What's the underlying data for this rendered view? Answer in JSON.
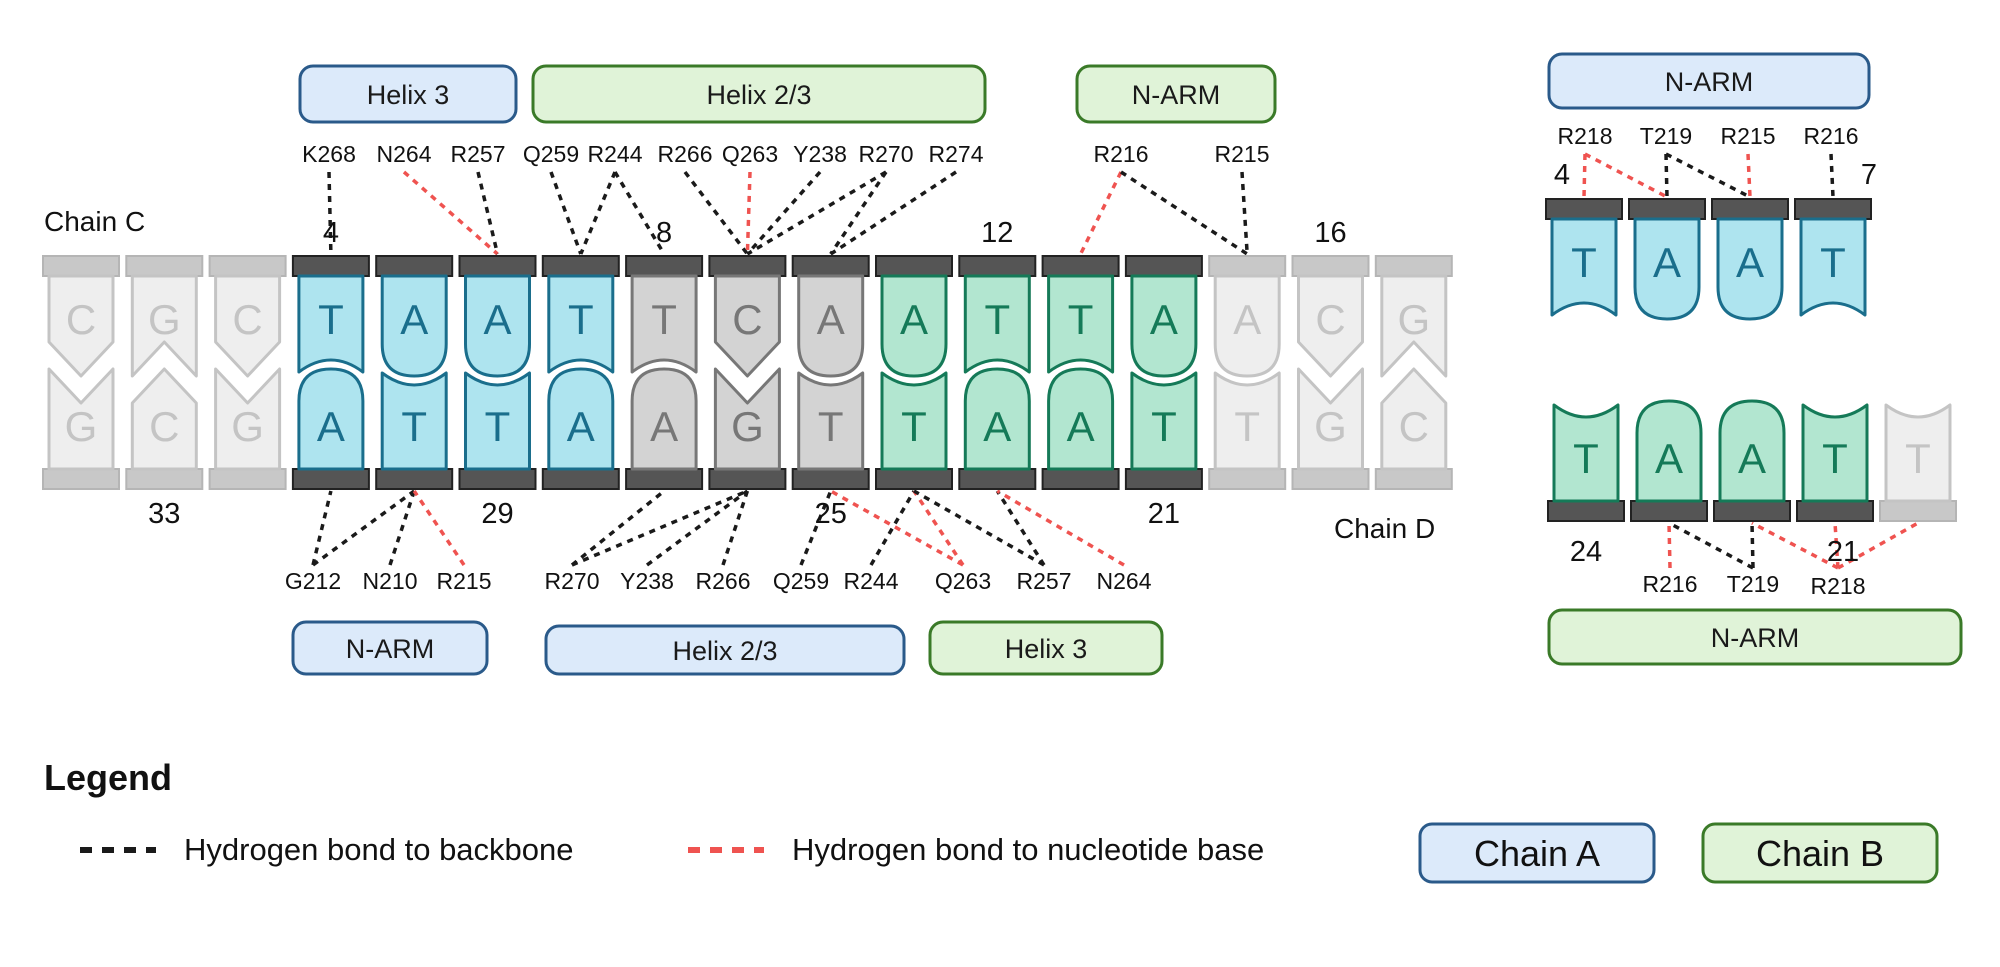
{
  "colors": {
    "chain_a_fill": "#dceafa",
    "chain_a_stroke": "#2a5a8a",
    "chain_b_fill": "#e0f3d8",
    "chain_b_stroke": "#3a7a28",
    "blue_base_fill": "#aee4ef",
    "blue_base_stroke": "#1a6e8c",
    "green_base_fill": "#b2e6d0",
    "green_base_stroke": "#157a58",
    "gray_base_fill": "#d3d3d3",
    "gray_base_stroke": "#777777",
    "faded_base_fill": "#eeeeee",
    "faded_base_stroke": "#c4c4c4",
    "backbone_dark": "#555555",
    "backbone_light": "#c8c8c8",
    "hbond_backbone": "#1a1a1a",
    "hbond_base": "#ef5350"
  },
  "main": {
    "chain_c_label": "Chain C",
    "chain_d_label": "Chain D",
    "top_strand": [
      {
        "letter": "C",
        "shape": "C",
        "style": "faded"
      },
      {
        "letter": "G",
        "shape": "G",
        "style": "faded"
      },
      {
        "letter": "C",
        "shape": "C",
        "style": "faded"
      },
      {
        "letter": "T",
        "shape": "T",
        "style": "blue"
      },
      {
        "letter": "A",
        "shape": "A",
        "style": "blue"
      },
      {
        "letter": "A",
        "shape": "A",
        "style": "blue"
      },
      {
        "letter": "T",
        "shape": "T",
        "style": "blue"
      },
      {
        "letter": "T",
        "shape": "T",
        "style": "gray"
      },
      {
        "letter": "C",
        "shape": "C",
        "style": "gray"
      },
      {
        "letter": "A",
        "shape": "A",
        "style": "gray"
      },
      {
        "letter": "A",
        "shape": "A",
        "style": "green"
      },
      {
        "letter": "T",
        "shape": "T",
        "style": "green"
      },
      {
        "letter": "T",
        "shape": "T",
        "style": "green"
      },
      {
        "letter": "A",
        "shape": "A",
        "style": "green"
      },
      {
        "letter": "A",
        "shape": "A",
        "style": "faded"
      },
      {
        "letter": "C",
        "shape": "C",
        "style": "faded"
      },
      {
        "letter": "G",
        "shape": "G",
        "style": "faded"
      }
    ],
    "bottom_strand": [
      {
        "letter": "G",
        "shape": "G",
        "style": "faded"
      },
      {
        "letter": "C",
        "shape": "C",
        "style": "faded"
      },
      {
        "letter": "G",
        "shape": "G",
        "style": "faded"
      },
      {
        "letter": "A",
        "shape": "A",
        "style": "blue"
      },
      {
        "letter": "T",
        "shape": "T",
        "style": "blue"
      },
      {
        "letter": "T",
        "shape": "T",
        "style": "blue"
      },
      {
        "letter": "A",
        "shape": "A",
        "style": "blue"
      },
      {
        "letter": "A",
        "shape": "A",
        "style": "gray"
      },
      {
        "letter": "G",
        "shape": "G",
        "style": "gray"
      },
      {
        "letter": "T",
        "shape": "T",
        "style": "gray"
      },
      {
        "letter": "T",
        "shape": "T",
        "style": "green"
      },
      {
        "letter": "A",
        "shape": "A",
        "style": "green"
      },
      {
        "letter": "A",
        "shape": "A",
        "style": "green"
      },
      {
        "letter": "T",
        "shape": "T",
        "style": "green"
      },
      {
        "letter": "T",
        "shape": "T",
        "style": "faded"
      },
      {
        "letter": "G",
        "shape": "G",
        "style": "faded"
      },
      {
        "letter": "C",
        "shape": "C",
        "style": "faded"
      }
    ],
    "top_numbers": [
      {
        "text": "4",
        "col": 3
      },
      {
        "text": "8",
        "col": 7
      },
      {
        "text": "12",
        "col": 11
      },
      {
        "text": "16",
        "col": 15
      }
    ],
    "bottom_numbers": [
      {
        "text": "33",
        "col": 1
      },
      {
        "text": "29",
        "col": 5
      },
      {
        "text": "25",
        "col": 9
      },
      {
        "text": "21",
        "col": 13
      }
    ],
    "top_boxes": [
      {
        "label": "Helix 3",
        "chain": "a"
      },
      {
        "label": "Helix 2/3",
        "chain": "b"
      },
      {
        "label": "N-ARM",
        "chain": "b"
      }
    ],
    "bottom_boxes": [
      {
        "label": "N-ARM",
        "chain": "a"
      },
      {
        "label": "Helix 2/3",
        "chain": "a"
      },
      {
        "label": "Helix 3",
        "chain": "b"
      }
    ],
    "top_residues": [
      "K268",
      "N264",
      "R257",
      "Q259",
      "R244",
      "R266",
      "Q263",
      "Y238",
      "R270",
      "R274",
      "R216",
      "R215"
    ],
    "bottom_residues": [
      "G212",
      "N210",
      "R215",
      "R270",
      "Y238",
      "R266",
      "Q259",
      "R244",
      "Q263",
      "R257",
      "N264"
    ],
    "top_bonds": [
      {
        "res": 0,
        "col": 3,
        "type": "backbone"
      },
      {
        "res": 1,
        "col": 5,
        "type": "base"
      },
      {
        "res": 2,
        "col": 5,
        "type": "backbone"
      },
      {
        "res": 3,
        "col": 6,
        "type": "backbone"
      },
      {
        "res": 4,
        "col": 6,
        "type": "backbone"
      },
      {
        "res": 4,
        "col": 7,
        "type": "backbone"
      },
      {
        "res": 5,
        "col": 8,
        "type": "backbone"
      },
      {
        "res": 6,
        "col": 8,
        "type": "base"
      },
      {
        "res": 7,
        "col": 8,
        "type": "backbone"
      },
      {
        "res": 8,
        "col": 8,
        "type": "backbone"
      },
      {
        "res": 8,
        "col": 9,
        "type": "backbone"
      },
      {
        "res": 9,
        "col": 9,
        "type": "backbone"
      },
      {
        "res": 10,
        "col": 12,
        "type": "base"
      },
      {
        "res": 10,
        "col": 14,
        "type": "backbone"
      },
      {
        "res": 11,
        "col": 14,
        "type": "backbone"
      }
    ],
    "bottom_bonds": [
      {
        "res": 0,
        "col": 3,
        "type": "backbone"
      },
      {
        "res": 0,
        "col": 4,
        "type": "backbone"
      },
      {
        "res": 1,
        "col": 4,
        "type": "backbone"
      },
      {
        "res": 2,
        "col": 4,
        "type": "base"
      },
      {
        "res": 3,
        "col": 7,
        "type": "backbone"
      },
      {
        "res": 3,
        "col": 8,
        "type": "backbone"
      },
      {
        "res": 4,
        "col": 8,
        "type": "backbone"
      },
      {
        "res": 5,
        "col": 8,
        "type": "backbone"
      },
      {
        "res": 6,
        "col": 9,
        "type": "backbone"
      },
      {
        "res": 7,
        "col": 10,
        "type": "backbone"
      },
      {
        "res": 8,
        "col": 9,
        "type": "base"
      },
      {
        "res": 8,
        "col": 10,
        "type": "base"
      },
      {
        "res": 9,
        "col": 10,
        "type": "backbone"
      },
      {
        "res": 9,
        "col": 11,
        "type": "backbone"
      },
      {
        "res": 10,
        "col": 11,
        "type": "base"
      }
    ]
  },
  "right_top": {
    "box": {
      "label": "N-ARM",
      "chain": "a"
    },
    "bases": [
      {
        "letter": "T",
        "shape": "T",
        "style": "blue"
      },
      {
        "letter": "A",
        "shape": "A",
        "style": "blue"
      },
      {
        "letter": "A",
        "shape": "A",
        "style": "blue"
      },
      {
        "letter": "T",
        "shape": "T",
        "style": "blue"
      }
    ],
    "numbers": [
      {
        "text": "4",
        "col": 0
      },
      {
        "text": "7",
        "col": 3
      }
    ],
    "residues": [
      "R218",
      "T219",
      "R215",
      "R216"
    ],
    "bonds": [
      {
        "res": 0,
        "col": 0,
        "type": "base"
      },
      {
        "res": 0,
        "col": 1,
        "type": "base"
      },
      {
        "res": 1,
        "col": 1,
        "type": "backbone"
      },
      {
        "res": 1,
        "col": 2,
        "type": "backbone"
      },
      {
        "res": 2,
        "col": 2,
        "type": "base"
      },
      {
        "res": 3,
        "col": 3,
        "type": "backbone"
      }
    ]
  },
  "right_bottom": {
    "box": {
      "label": "N-ARM",
      "chain": "b"
    },
    "bases": [
      {
        "letter": "T",
        "shape": "T",
        "style": "green"
      },
      {
        "letter": "A",
        "shape": "A",
        "style": "green"
      },
      {
        "letter": "A",
        "shape": "A",
        "style": "green"
      },
      {
        "letter": "T",
        "shape": "T",
        "style": "green"
      },
      {
        "letter": "T",
        "shape": "T",
        "style": "faded"
      }
    ],
    "numbers": [
      {
        "text": "24",
        "col": 0
      },
      {
        "text": "21",
        "col": 3
      }
    ],
    "residues": [
      "R216",
      "T219",
      "R218"
    ],
    "bonds": [
      {
        "res": 0,
        "col": 1,
        "type": "base"
      },
      {
        "res": 1,
        "col": 1,
        "type": "backbone"
      },
      {
        "res": 1,
        "col": 2,
        "type": "backbone"
      },
      {
        "res": 2,
        "col": 2,
        "type": "base"
      },
      {
        "res": 2,
        "col": 3,
        "type": "base"
      },
      {
        "res": 2,
        "col": 4,
        "type": "base"
      }
    ]
  },
  "legend": {
    "title": "Legend",
    "backbone_label": "Hydrogen bond to backbone",
    "base_label": "Hydrogen bond to nucleotide base",
    "chain_a_label": "Chain A",
    "chain_b_label": "Chain B"
  }
}
